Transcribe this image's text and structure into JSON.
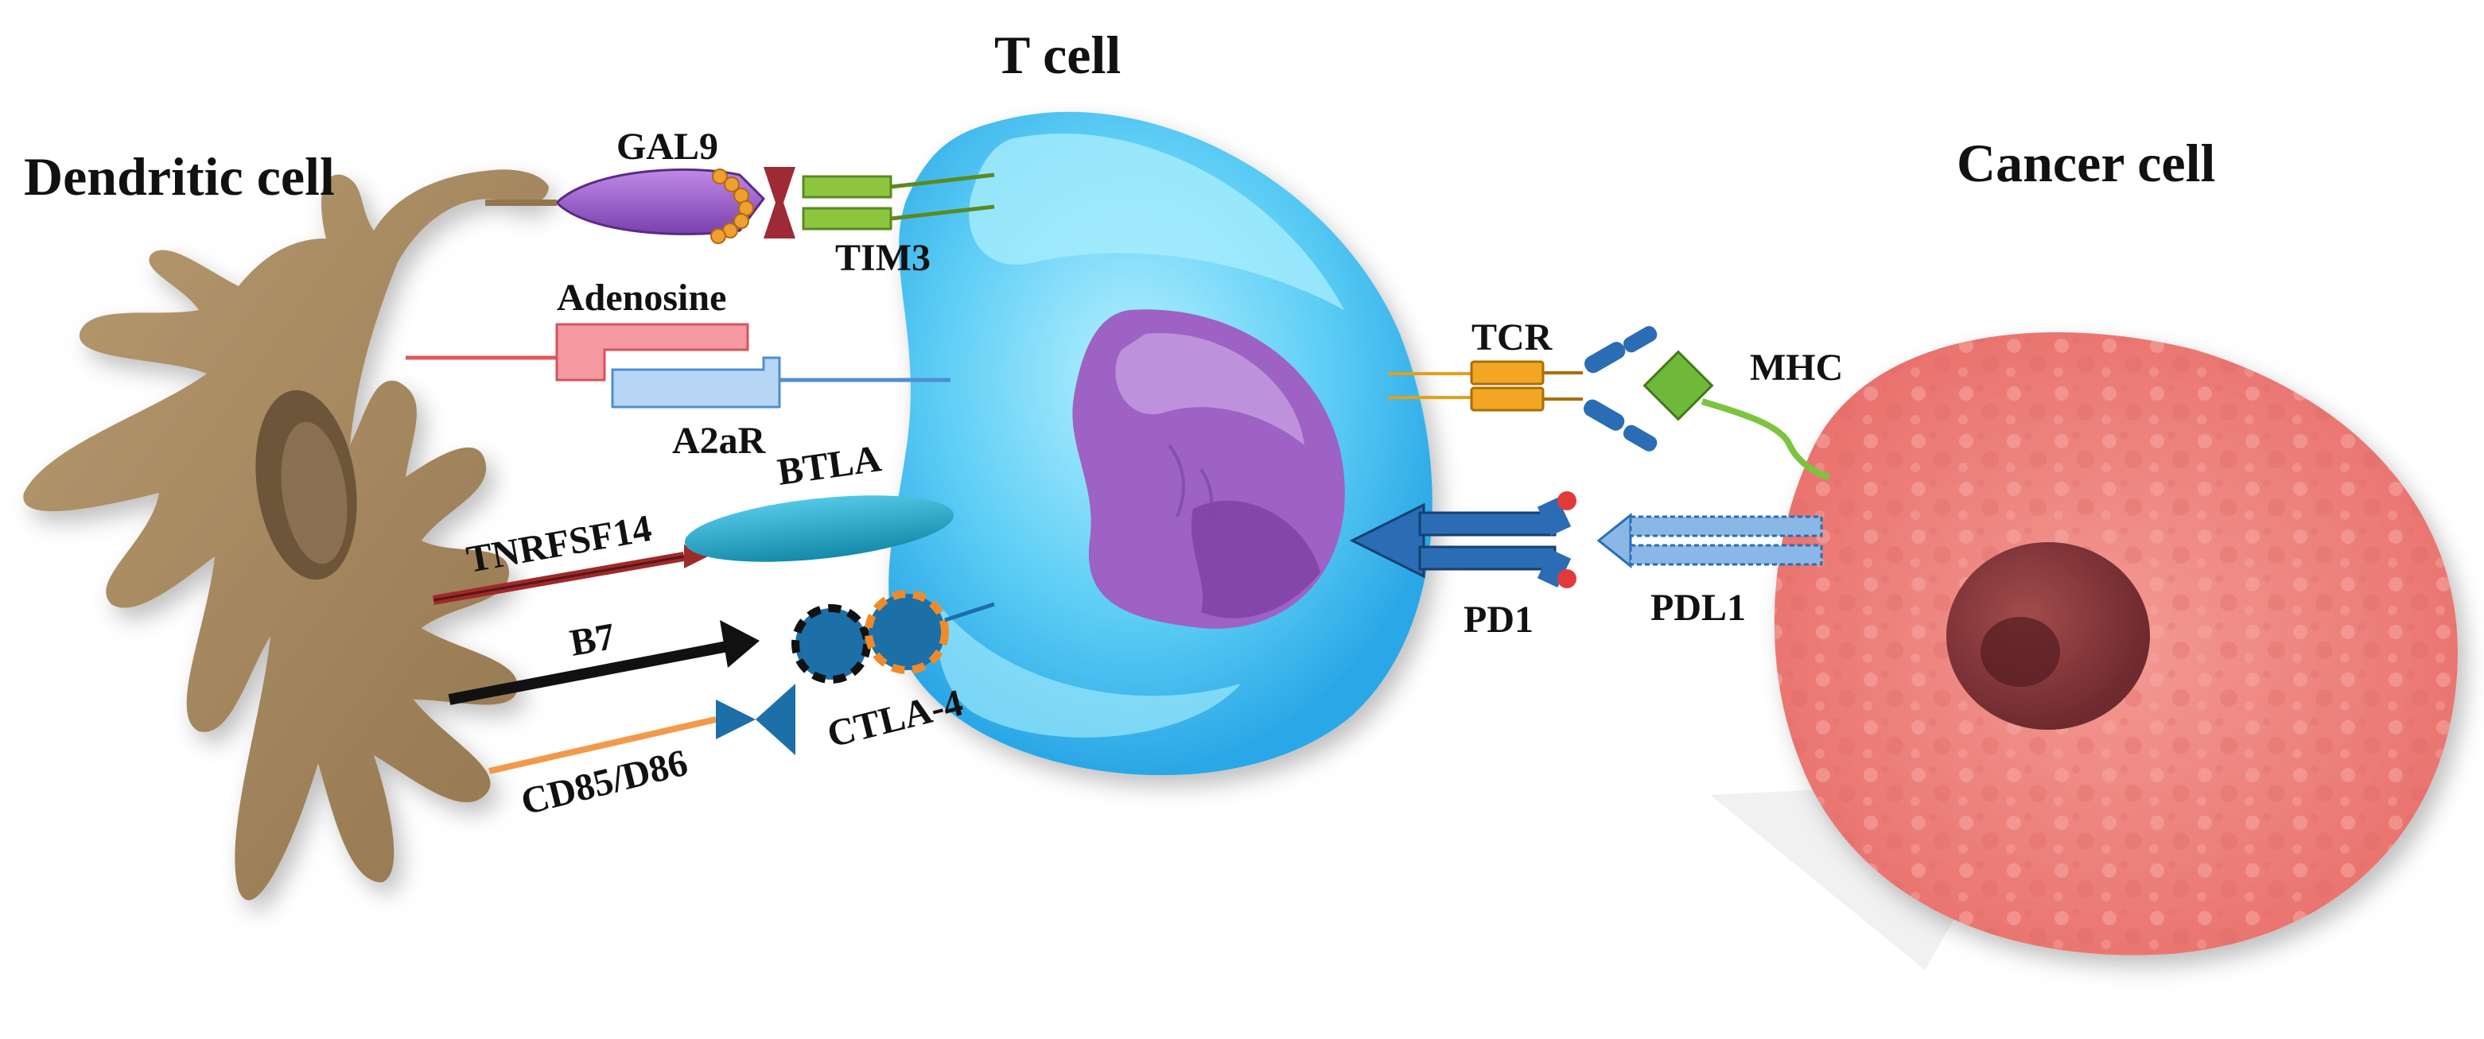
{
  "cells": {
    "dendritic": "Dendritic cell",
    "t_cell": "T cell",
    "cancer": "Cancer cell"
  },
  "molecules": {
    "gal9": "GAL9",
    "tim3": "TIM3",
    "adenosine": "Adenosine",
    "a2ar": "A2aR",
    "btla": "BTLA",
    "tnfrsf14": "TNRFSF14",
    "b7": "B7",
    "cd85_d86": "CD85/D86",
    "ctla4": "CTLA-4",
    "tcr": "TCR",
    "mhc": "MHC",
    "pd1": "PD1",
    "pdl1": "PDL1"
  },
  "colors": {
    "dendritic": "#a88a63",
    "t_cell": "#33b6ec",
    "t_cell_light": "#8be3fb",
    "nucleus": "#9a5fc0",
    "cancer": "#ef8580",
    "cancer_nucleus": "#8b3a3d",
    "gal9": "#9b5ccc",
    "tim3": "#7fb23c",
    "adenosine": "#f2878e",
    "a2ar": "#7fb4ea",
    "btla": "#1aa6c8",
    "tnfrsf14": "#9e2a2a",
    "b7": "#111111",
    "cd85": "#f39a4a",
    "ctla4": "#1d6fa8",
    "tcr": "#f2a623",
    "mhc": "#6fb83a",
    "pd1": "#2a6db5"
  }
}
